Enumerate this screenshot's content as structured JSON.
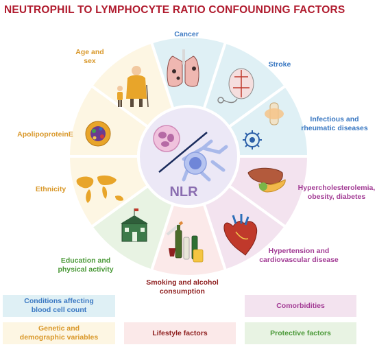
{
  "title": "NEUTROPHIL TO LYMPHOCYTE RATIO CONFOUNDING FACTORS",
  "center": {
    "label": "NLR"
  },
  "factors": {
    "cancer": "Cancer",
    "stroke": "Stroke",
    "infectious": "Infectious and\nrheumatic diseases",
    "hyperchol": "Hypercholesterolemia,\nobesity, diabetes",
    "hypertension": "Hypertension and\ncardiovascular disease",
    "smoking": "Smoking and alcohol\nconsumption",
    "education": "Education and\nphysical activity",
    "ethnicity": "Ethnicity",
    "apolipo": "ApolipoproteinE",
    "age": "Age and\nsex"
  },
  "legend": {
    "conditions": "Conditions affecting\nblood cell count",
    "comorbidities": "Comorbidities",
    "genetic": "Genetic and\ndemographic variables",
    "lifestyle": "Lifestyle factors",
    "protective": "Protective factors"
  },
  "colors": {
    "title": "#b01b2e",
    "conditions": "#3a78c2",
    "conditions_bg": "#dff0f5",
    "comorbidities": "#a23b94",
    "comorbidities_bg": "#f3e3ef",
    "genetic": "#d9982a",
    "genetic_bg": "#fdf6e3",
    "lifestyle": "#8e1f1f",
    "lifestyle_bg": "#fbe9e9",
    "protective": "#4c9a3a",
    "protective_bg": "#e8f3e3",
    "center_bg": "#ece8f6",
    "nlr": "#8a6db0"
  }
}
